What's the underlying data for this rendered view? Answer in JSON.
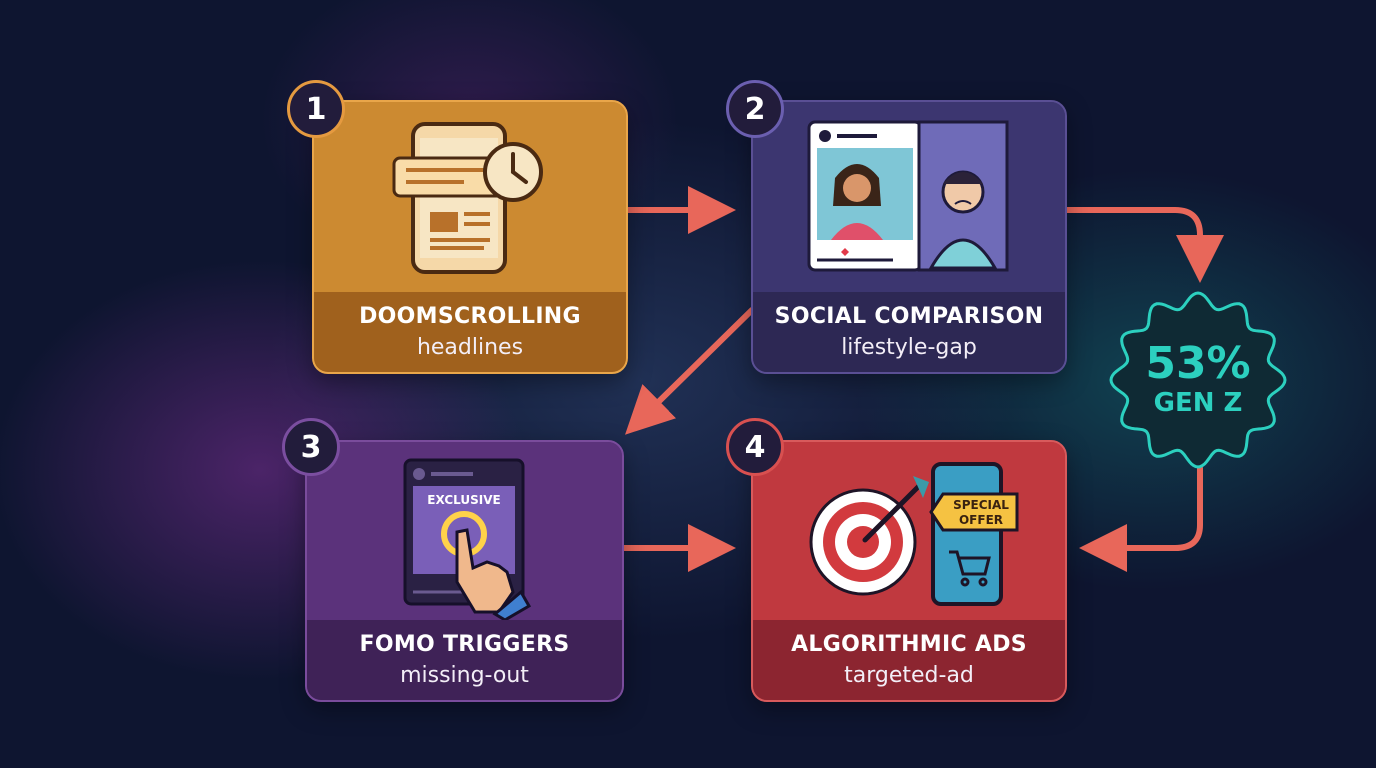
{
  "steps": [
    {
      "number": "1",
      "title": "DOOMSCROLLING",
      "subtitle": "headlines"
    },
    {
      "number": "2",
      "title": "SOCIAL COMPARISON",
      "subtitle": "lifestyle-gap"
    },
    {
      "number": "3",
      "title": "FOMO TRIGGERS",
      "subtitle": "missing-out"
    },
    {
      "number": "4",
      "title": "ALGORITHMIC ADS",
      "subtitle": "targeted-ad"
    }
  ],
  "art_labels": {
    "exclusive": "EXCLUSIVE",
    "special": "SPECIAL",
    "offer": "OFFER"
  },
  "badge": {
    "value": "53%",
    "label": "GEN Z",
    "color": "#2cd0bf"
  },
  "colors": {
    "arrow": "#e8675a",
    "step1": "#d18a2c",
    "step2": "#3e3771",
    "step3": "#5a3079",
    "step4": "#b9393f"
  },
  "icons": [
    "phone-news-icon",
    "clock-icon",
    "social-post-icon",
    "sad-person-icon",
    "tap-hand-icon",
    "target-icon",
    "dart-icon",
    "shopping-cart-icon",
    "price-tag-icon"
  ]
}
